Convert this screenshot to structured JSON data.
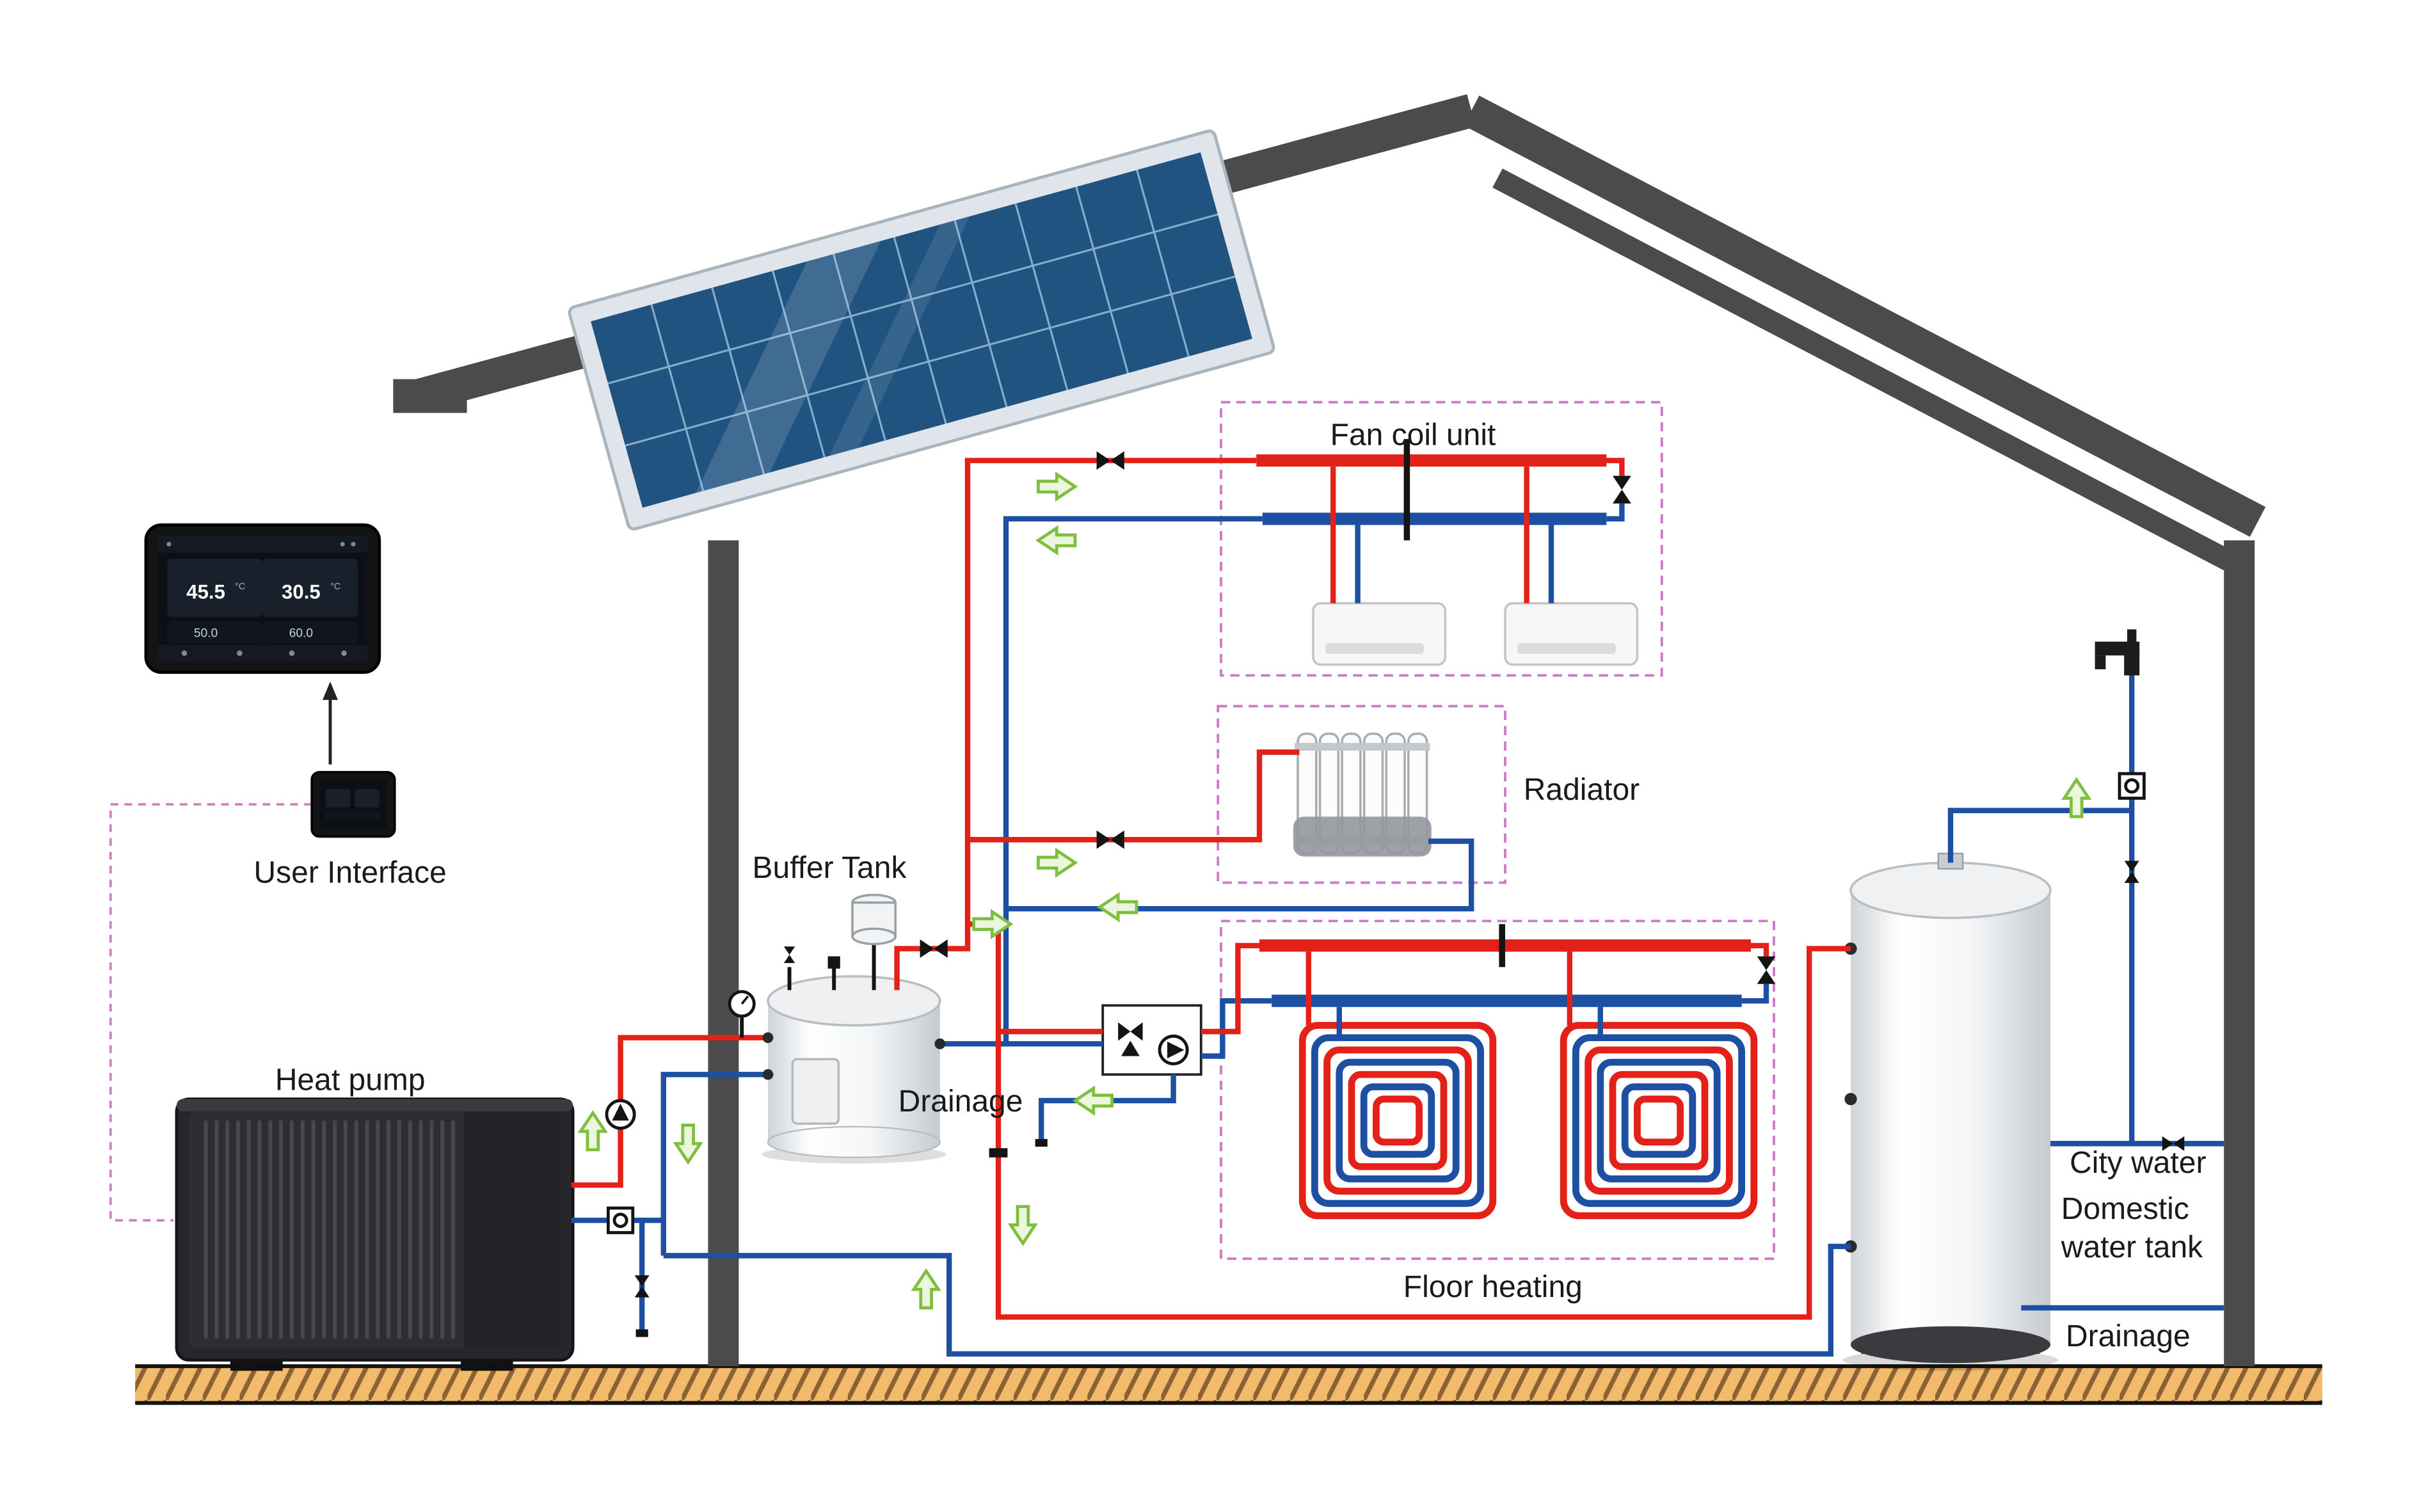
{
  "labels": {
    "fan_coil_unit": "Fan coil unit",
    "radiator": "Radiator",
    "floor_heating": "Floor heating",
    "user_interface": "User Interface",
    "buffer_tank": "Buffer Tank",
    "heat_pump": "Heat pump",
    "drainage_left": "Drainage",
    "city_water": "City water",
    "domestic_water_tank_line1": "Domestic",
    "domestic_water_tank_line2": "water tank",
    "drainage_right": "Drainage"
  },
  "thermostat": {
    "temp_left": "45.5",
    "temp_right": "30.5",
    "unit": "°C",
    "setpoint_left": "50.0",
    "setpoint_right": "60.0"
  },
  "colors": {
    "hot_pipe_red": "#e32119",
    "return_pipe_blue": "#1d50a2",
    "flow_arrow_green": "#7fbf3f",
    "zone_border_pink": "#cc7ac8",
    "house_gray": "#4b4b4d",
    "ground_tan": "#f2bb6b",
    "solar_panel_blue": "#215381"
  }
}
